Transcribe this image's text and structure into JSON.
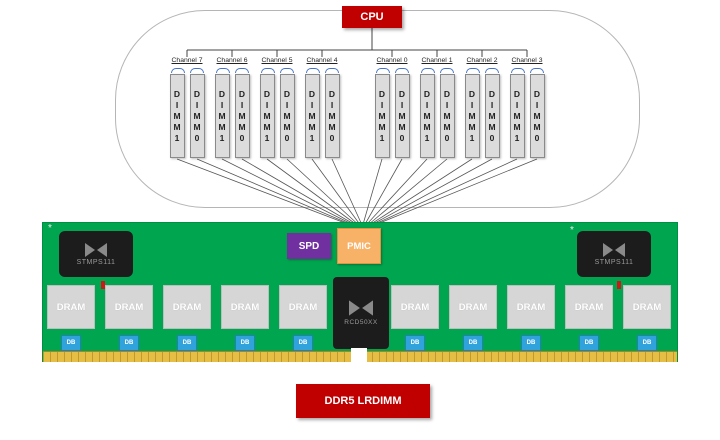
{
  "cpu": {
    "label": "CPU"
  },
  "channels": [
    {
      "label": "Channel 7",
      "dimms": [
        "DIMM1",
        "DIMM0"
      ]
    },
    {
      "label": "Channel 6",
      "dimms": [
        "DIMM1",
        "DIMM0"
      ]
    },
    {
      "label": "Channel 5",
      "dimms": [
        "DIMM1",
        "DIMM0"
      ]
    },
    {
      "label": "Channel 4",
      "dimms": [
        "DIMM1",
        "DIMM0"
      ]
    },
    {
      "label": "Channel 0",
      "dimms": [
        "DIMM1",
        "DIMM0"
      ]
    },
    {
      "label": "Channel 1",
      "dimms": [
        "DIMM1",
        "DIMM0"
      ]
    },
    {
      "label": "Channel 2",
      "dimms": [
        "DIMM1",
        "DIMM0"
      ]
    },
    {
      "label": "Channel 3",
      "dimms": [
        "DIMM1",
        "DIMM0"
      ]
    }
  ],
  "module": {
    "spd_label": "SPD",
    "pmic_label": "PMIC",
    "rcd_label": "RCD50XX",
    "power_switch_label": "STMPS111",
    "dram_label": "DRAM",
    "buffer_label": "DB"
  },
  "caption": "DDR5 LRDIMM",
  "colors": {
    "cpu-red": "#C00000",
    "board": "#00A54F",
    "spd-purple": "#7030A0",
    "pmic-orange": "#F7B267",
    "db-blue": "#31A3DC",
    "gold": "#E6BE45"
  }
}
